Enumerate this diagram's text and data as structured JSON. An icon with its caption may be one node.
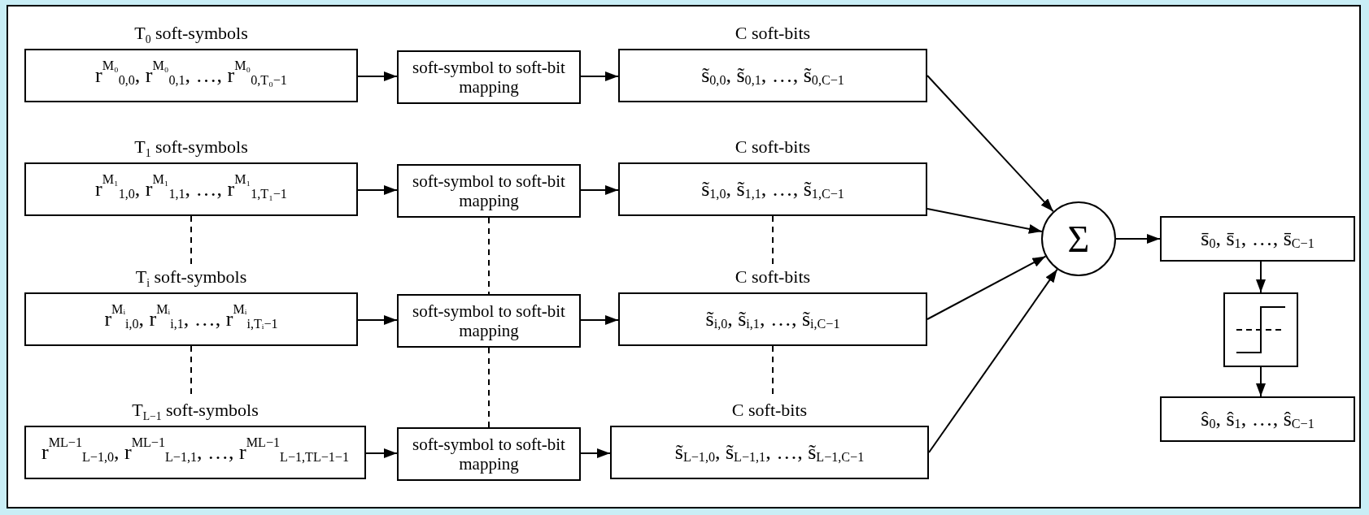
{
  "diagram": {
    "nodes": [
      {
        "text": [
          "T$_{0}$ soft-symbols",
          "r$^{M₀}$$_{0,0}$, r$^{M₀}$$_{0,1}$, …, r$^{M₀}$$_{0,T₀−1}$"
        ]
      },
      {
        "text": [
          "soft-symbol to soft-bit mapping"
        ]
      },
      {
        "text": [
          "C soft-bits",
          "s̃$_{0,0}$, s̃$_{0,1}$, …, s̃$_{0,C−1}$"
        ]
      },
      {
        "text": [
          "T$_{1}$ soft-symbols",
          "r$^{M₁}$$_{1,0}$, r$^{M₁}$$_{1,1}$, …, r$^{M₁}$$_{1,T₁−1}$"
        ]
      },
      {
        "text": [
          "soft-symbol to soft-bit mapping"
        ]
      },
      {
        "text": [
          "C soft-bits",
          "s̃$_{1,0}$, s̃$_{1,1}$, …, s̃$_{1,C−1}$"
        ]
      },
      {
        "text": [
          "T$_{i}$ soft-symbols",
          "r$^{Mᵢ}$$_{i,0}$, r$^{Mᵢ}$$_{i,1}$, …, r$^{Mᵢ}$$_{i,Tᵢ−1}$"
        ]
      },
      {
        "text": [
          "soft-symbol to soft-bit mapping"
        ]
      },
      {
        "text": [
          "C soft-bits",
          "s̃$_{i,0}$, s̃$_{i,1}$, …, s̃$_{i,C−1}$"
        ]
      },
      {
        "text": [
          "T$_{L−1}$ soft-symbols",
          "r$^{ML−1}$$_{L−1,0}$, r$^{ML−1}$$_{L−1,1}$, …, r$^{ML−1}$$_{L−1,TL−1−1}$"
        ]
      },
      {
        "text": [
          "soft-symbol to soft-bit mapping"
        ]
      },
      {
        "text": [
          "C soft-bits",
          "s̃$_{L−1,0}$, s̃$_{L−1,1}$, …, s̃$_{L−1,C−1}$"
        ]
      },
      {
        "text": [
          "Σ"
        ]
      },
      {
        "text": [
          "s̄$_{0}$, s̄$_{1}$, …, s̄$_{C−1}$"
        ]
      },
      {
        "text": [],
        "shape": "box"
      },
      {
        "text": [
          "ŝ$_{0}$, ŝ$_{1}$, …, ŝ$_{C−1}$"
        ]
      }
    ],
    "edges": [
      {
        "from": 0,
        "to": 1,
        "arrow": "to"
      },
      {
        "from": 1,
        "to": 2,
        "arrow": "to"
      },
      {
        "from": 2,
        "to": 12,
        "arrow": "to"
      },
      {
        "from": 3,
        "to": 4,
        "arrow": "to"
      },
      {
        "from": 4,
        "to": 5,
        "arrow": "to"
      },
      {
        "from": 5,
        "to": 12,
        "arrow": "to"
      },
      {
        "from": 6,
        "to": 7,
        "arrow": "to"
      },
      {
        "from": 7,
        "to": 8,
        "arrow": "to"
      },
      {
        "from": 8,
        "to": 12,
        "arrow": "to"
      },
      {
        "from": 9,
        "to": 10,
        "arrow": "to"
      },
      {
        "from": 10,
        "to": 11,
        "arrow": "to"
      },
      {
        "from": 11,
        "to": 12,
        "arrow": "to"
      },
      {
        "from": 3,
        "to": 6,
        "arrow": "none",
        "style": "dashed"
      },
      {
        "from": 6,
        "to": 9,
        "arrow": "none",
        "style": "dashed"
      },
      {
        "from": 4,
        "to": 7,
        "arrow": "none",
        "style": "dashed"
      },
      {
        "from": 7,
        "to": 10,
        "arrow": "none",
        "style": "dashed"
      },
      {
        "from": 5,
        "to": 8,
        "arrow": "none",
        "style": "dashed"
      },
      {
        "from": 8,
        "to": 11,
        "arrow": "none",
        "style": "dashed"
      },
      {
        "from": 12,
        "to": 13,
        "arrow": "to"
      },
      {
        "from": 13,
        "to": 14,
        "arrow": "to"
      },
      {
        "from": 14,
        "to": 15,
        "arrow": "to"
      }
    ]
  }
}
